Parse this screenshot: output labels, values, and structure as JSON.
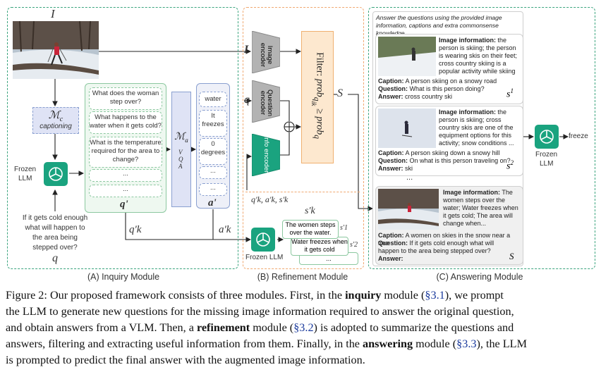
{
  "inquiry": {
    "module_label": "(A) Inquiry Module",
    "image_symbol": "I",
    "mc_symbol": "Mc",
    "mc_sub": "c",
    "captioning": "captioning",
    "frozen_llm": "Frozen LLM",
    "frozen_1": "Frozen",
    "frozen_2": "LLM",
    "original_question": "If it gets cold enough what will happen to the area being stepped over?",
    "oq_1": "If it gets cold enough",
    "oq_2": "what will happen to",
    "oq_3": "the area being",
    "oq_4": "stepped over?",
    "q_symbol": "q",
    "questions": [
      "What does the woman step over?",
      "What happens to the water when it gets cold?",
      "What is the temperature required for the area to change?",
      "...",
      "..."
    ],
    "q_prime": "q'",
    "q_prime_k": "q'k",
    "ma_symbol": "Ma",
    "vqa": "VQA",
    "answers": [
      "water",
      "It freezes",
      "0 degrees",
      "...",
      "..."
    ],
    "a_prime": "a'",
    "a_prime_k": "a'k"
  },
  "refinement": {
    "module_label": "(B) Refinement Module",
    "image_encoder": "Image encoder",
    "question_encoder": "Question encoder",
    "info_encoder": "Info encoder",
    "I": "I",
    "q": "q",
    "filter_title": "Filter:",
    "filter_expr": "prob_{q_ik} ≥ prob_q",
    "S": "S",
    "inputs_label": "q'k, a'k, s'k",
    "s_prime_k": "s'k",
    "frozen_llm": "Frozen LLM",
    "summaries": [
      "The women steps over the water.",
      "Water freezes when it gets cold",
      "..."
    ],
    "s1": "s'1",
    "s2": "s'2"
  },
  "answering": {
    "module_label": "(C) Answering Module",
    "instruction": "Answer the questions using the provided image information, captions and extra commonsense knowledge.",
    "examples": [
      {
        "info_label": "Image information:",
        "info": "the person is skiing; the person is wearing skis on their feet; cross country skiing is a popular activity while skiing",
        "caption_label": "Caption:",
        "caption": "A person skiing on a snowy road",
        "question_label": "Question:",
        "question": "What is this person doing?",
        "answer_label": "Answer:",
        "answer": "cross country ski",
        "s_label": "s1"
      },
      {
        "info_label": "Image information:",
        "info": "the person is skiing; cross country skis are one of the equipment options for this activity; snow conditions ...",
        "caption_label": "Caption:",
        "caption": "A person skiing down a snowy hill",
        "question_label": "Question:",
        "question": "On what is this person traveling on?",
        "answer_label": "Answer:",
        "answer": "ski",
        "s_label": "s2"
      },
      {
        "info_label": "Image information:",
        "info": "The women steps over the water; Water freezes when it gets cold; The area will change when...",
        "caption_label": "Caption:",
        "caption": "A women on skies in the snow near a tree",
        "question_label": "Question:",
        "question": "If it gets cold enough what will happen to the area being stepped over?",
        "answer_label": "Answer:",
        "answer": "",
        "s_label": "S"
      }
    ],
    "ellipsis": "...",
    "frozen_1": "Frozen",
    "frozen_2": "LLM",
    "output": "freeze"
  },
  "caption": {
    "l1a": "Figure 2: Our proposed framework consists of three modules. First, in the ",
    "l1b": "inquiry",
    "l1c": " module (",
    "l1ref": "§3.1",
    "l1d": "), we prompt",
    "l2": "the LLM to generate new questions for the missing image information required to answer the original question,",
    "l3a": "and obtain answers from a VLM. Then, a ",
    "l3b": "refinement",
    "l3c": " module (",
    "l3ref": "§3.2",
    "l3d": ") is adopted to summarize the questions and",
    "l4a": "answers, filtering and extracting useful information from them. Finally, in the ",
    "l4b": "answering",
    "l4c": " module (",
    "l4ref": "§3.3",
    "l4d": "), the LLM",
    "l5": "is prompted to predict the final answer with the augmented image information."
  },
  "colors": {
    "green_border": "#3aa47d",
    "orange_border": "#f0a870",
    "gpt_green": "#1aa37f",
    "link_blue": "#1a3a9c",
    "filter_fill": "#fde8cf",
    "vqa_fill": "#dfe3f5"
  }
}
